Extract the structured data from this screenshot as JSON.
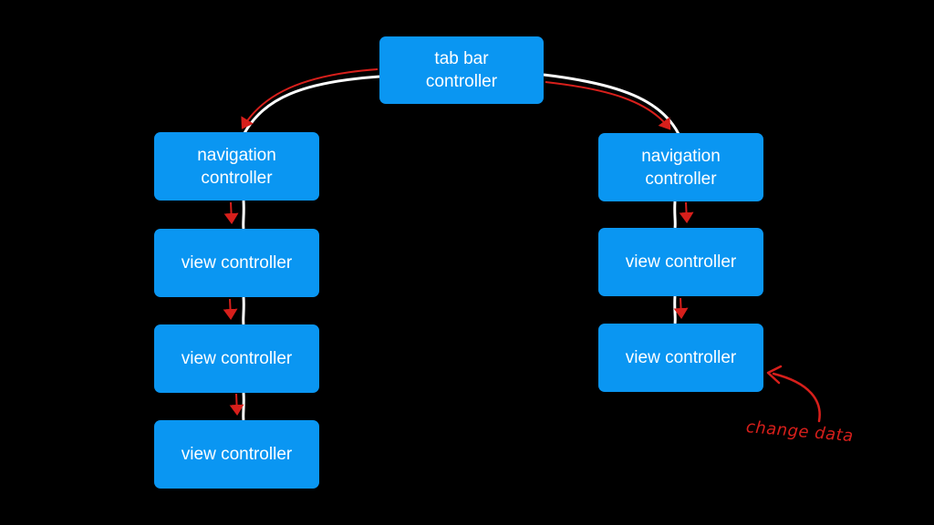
{
  "colors": {
    "background": "#000000",
    "node_fill": "#0a96f2",
    "node_text": "#ffffff",
    "hierarchy_line": "#ffffff",
    "flow_arrow": "#d71f1b",
    "annotation": "#d71f1b"
  },
  "nodes": {
    "tab_bar": {
      "label": "tab bar\ncontroller"
    },
    "nav_left": {
      "label": "navigation\ncontroller"
    },
    "nav_right": {
      "label": "navigation\ncontroller"
    },
    "vc_left_1": {
      "label": "view controller"
    },
    "vc_left_2": {
      "label": "view controller"
    },
    "vc_left_3": {
      "label": "view controller"
    },
    "vc_right_1": {
      "label": "view controller"
    },
    "vc_right_2": {
      "label": "view controller"
    }
  },
  "annotation": {
    "text": "change data"
  }
}
